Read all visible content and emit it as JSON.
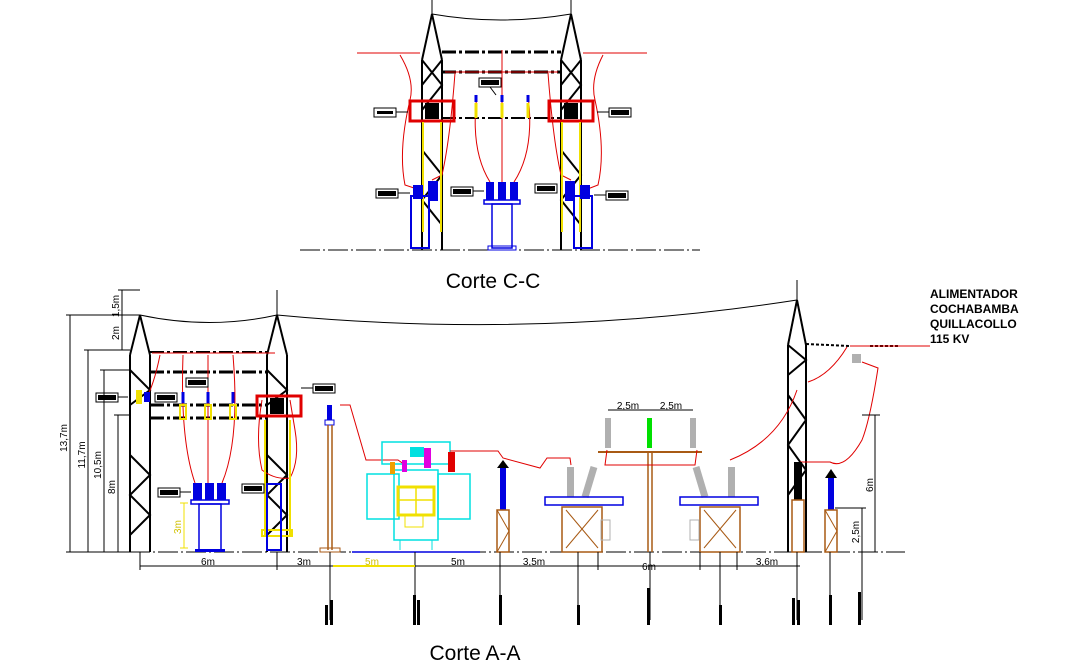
{
  "section_cc": {
    "title": "Corte C-C"
  },
  "section_aa": {
    "title": "Corte A-A",
    "feeder_label": [
      "ALIMENTADOR",
      "COCHABAMBA",
      "QUILLACOLLO",
      "115 KV"
    ],
    "height_dims": [
      "1,5m",
      "2m",
      "13,7m",
      "11,7m",
      "10,5m",
      "8m",
      "3m"
    ],
    "bottom_dims": [
      "6m",
      "3m",
      "5m",
      "5m",
      "3,5m",
      "6m",
      "3,6m"
    ],
    "top_dims": [
      "2,5m",
      "2,5m"
    ],
    "right_dims": [
      "6m",
      "2,5m"
    ]
  },
  "colors": {
    "conductor": "#e00000",
    "equipment": "#0000e0",
    "structure": "#000000",
    "support": "#a85a14",
    "transformer": "#00e0e0",
    "dimension_highlight": "#f0e000"
  }
}
